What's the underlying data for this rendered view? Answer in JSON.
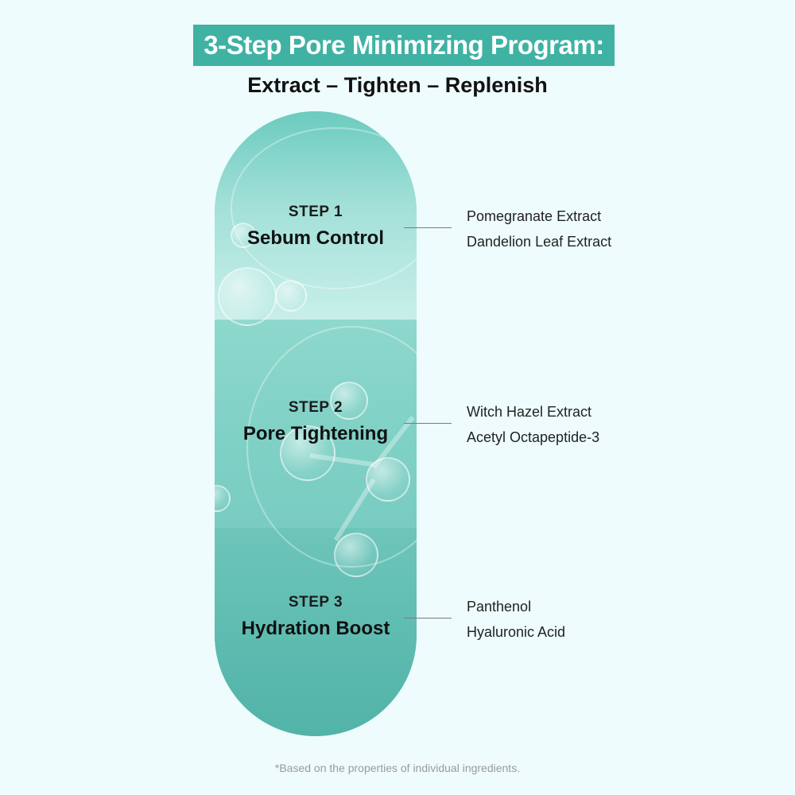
{
  "header": {
    "title": "3-Step Pore Minimizing Program:",
    "subtitle": "Extract – Tighten – Replenish"
  },
  "steps": [
    {
      "label": "STEP 1",
      "title": "Sebum Control",
      "ingredients": [
        "Pomegranate Extract",
        "Dandelion Leaf Extract"
      ]
    },
    {
      "label": "STEP 2",
      "title": "Pore Tightening",
      "ingredients": [
        "Witch Hazel Extract",
        "Acetyl Octapeptide-3"
      ]
    },
    {
      "label": "STEP 3",
      "title": "Hydration Boost",
      "ingredients": [
        "Panthenol",
        "Hyaluronic Acid"
      ]
    }
  ],
  "footnote": "*Based on the properties of individual ingredients.",
  "colors": {
    "background": "#eefcfd",
    "accent": "#3fb2a4",
    "capsule_top": "#a2e0d8",
    "capsule_middle": "#7fd0c5",
    "capsule_bottom": "#52b3a8"
  }
}
